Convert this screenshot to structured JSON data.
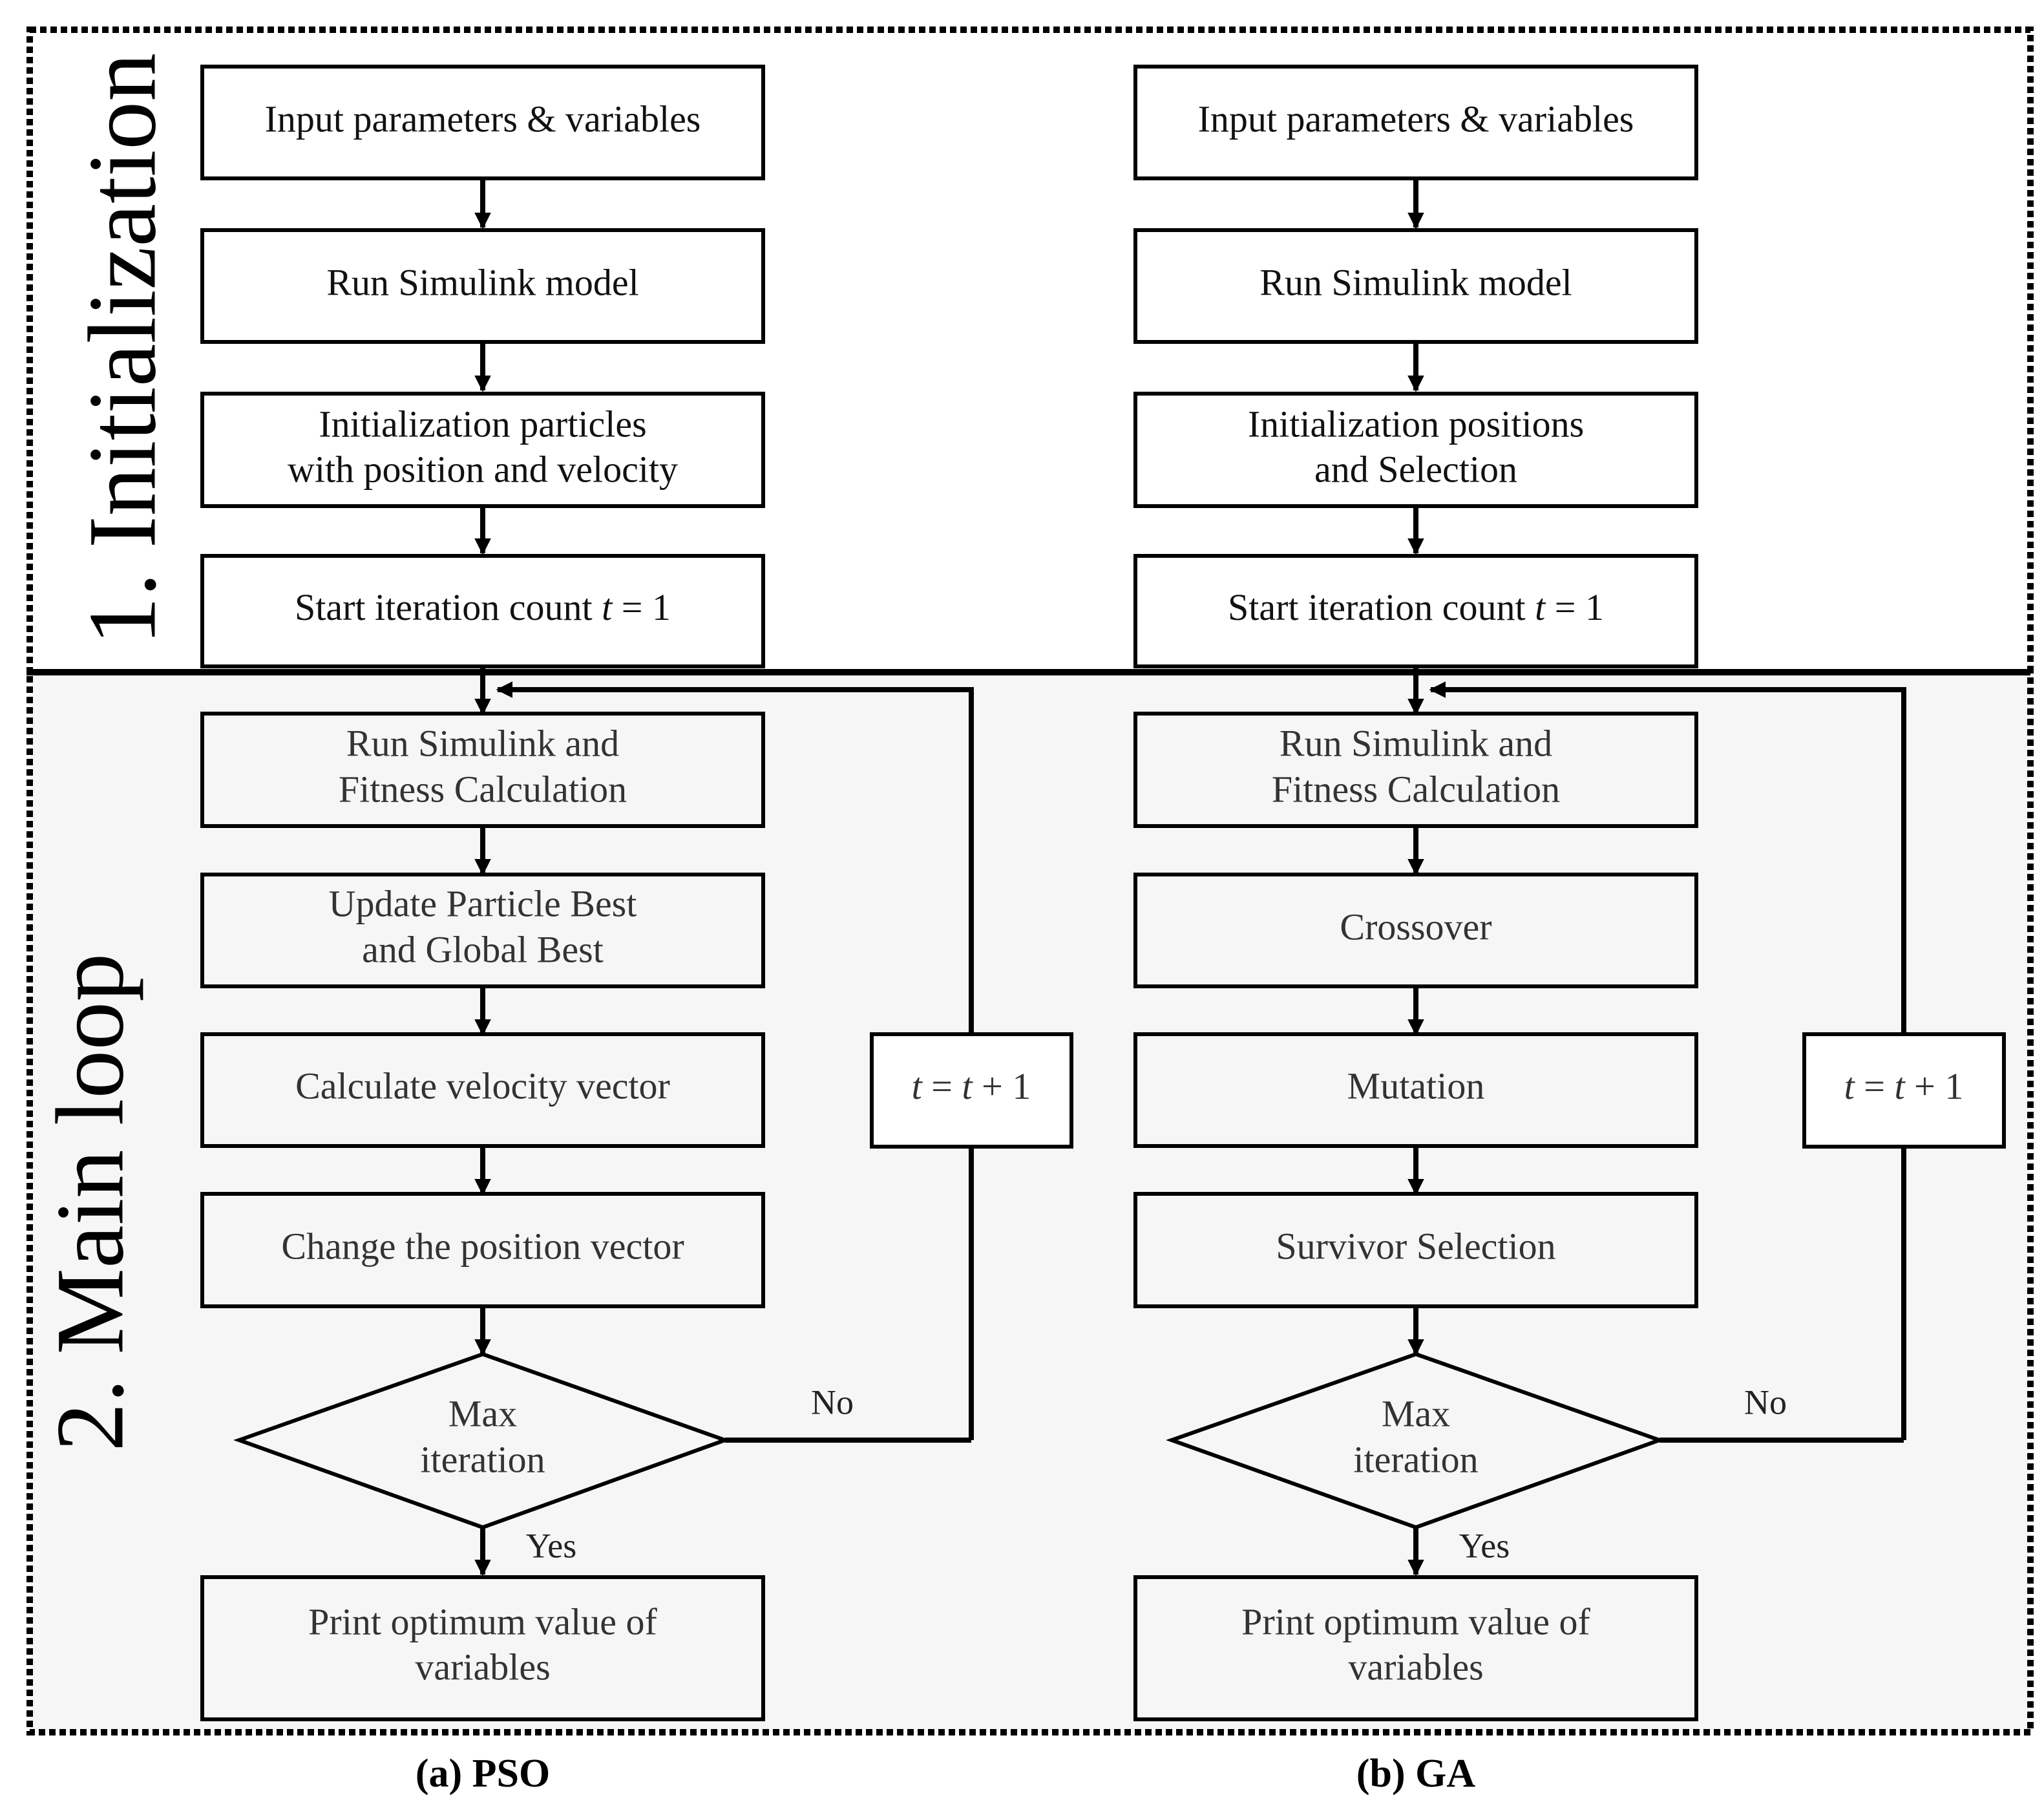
{
  "sections": {
    "initialization": "1. Initialization",
    "main_loop": "2. Main loop"
  },
  "pso": {
    "caption": "(a) PSO",
    "input": "Input parameters & variables",
    "run_model": "Run Simulink model",
    "init_line1": "Initialization particles",
    "init_line2": "with position and velocity",
    "start_prefix": "Start iteration count ",
    "t_var": "t",
    "start_suffix": " = 1",
    "fitness_line1": "Run Simulink and",
    "fitness_line2": "Fitness Calculation",
    "update_line1": "Update Particle Best",
    "update_line2": "and Global Best",
    "velocity": "Calculate velocity vector",
    "position": "Change the position vector",
    "decision_line1": "Max",
    "decision_line2": "iteration",
    "no": "No",
    "yes": "Yes",
    "print_line1": "Print optimum value of",
    "print_line2": "variables",
    "incr_t1": "t",
    "incr_eq": " = ",
    "incr_t2": "t",
    "incr_plus": " + 1"
  },
  "ga": {
    "caption": "(b) GA",
    "input": "Input parameters & variables",
    "run_model": "Run Simulink model",
    "init_line1": "Initialization positions",
    "init_line2": "and Selection",
    "start_prefix": "Start iteration count ",
    "t_var": "t",
    "start_suffix": " = 1",
    "fitness_line1": "Run Simulink and",
    "fitness_line2": "Fitness Calculation",
    "crossover": "Crossover",
    "mutation": "Mutation",
    "survivor": "Survivor Selection",
    "decision_line1": "Max",
    "decision_line2": "iteration",
    "no": "No",
    "yes": "Yes",
    "print_line1": "Print optimum value of",
    "print_line2": "variables",
    "incr_t1": "t",
    "incr_eq": " = ",
    "incr_t2": "t",
    "incr_plus": " + 1"
  }
}
